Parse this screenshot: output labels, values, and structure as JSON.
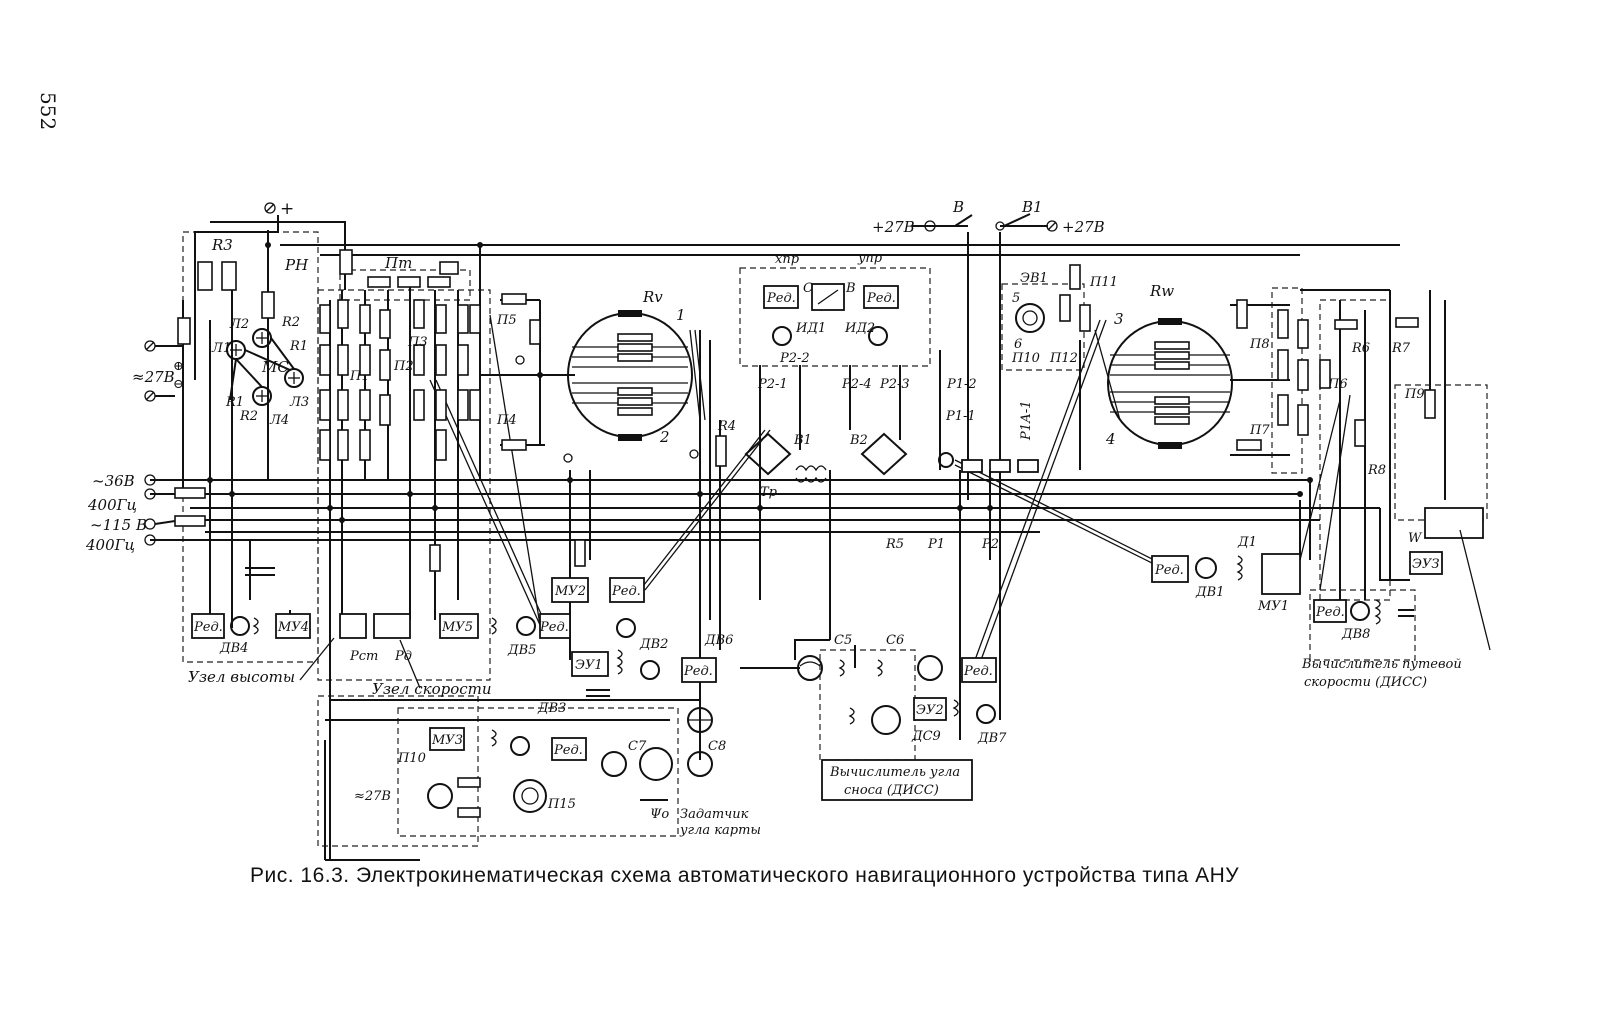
{
  "page": {
    "number": "552"
  },
  "caption": "Рис. 16.3. Электрокинематическая схема автоматического навигационного устройства типа АНУ",
  "power": {
    "plus": "+",
    "v27_left": "+27В",
    "v27_right": "+27В",
    "sw_b": "В",
    "sw_b1": "В1",
    "input_27": "≈27В",
    "ac36": "~36В",
    "hz400a": "400Гц",
    "ac115": "~115 В",
    "hz400b": "400Гц",
    "v27_bottom": "≈27В"
  },
  "blocks": {
    "rh": "РН",
    "r3": "R3",
    "l1": "Л1",
    "l2": "Л2",
    "l3": "Л3",
    "l4": "Л4",
    "r1a": "R1",
    "r1b": "R1",
    "r2a": "R2",
    "r2b": "R2",
    "mc": "МС",
    "pt": "Пт",
    "p1": "П1",
    "p2": "П2",
    "p3": "П3",
    "p4": "П4",
    "p5": "П5",
    "rv": "Rv",
    "rw": "Rw",
    "n1": "1",
    "n2": "2",
    "n3": "3",
    "n4": "4",
    "n5": "5",
    "n6": "6",
    "xpr": "xпр",
    "ypr": "yпр",
    "red": "Ред.",
    "id1": "ИД1",
    "id2": "ИД2",
    "c": "C",
    "b": "B",
    "r2_1": "Р2-1",
    "r2_2": "Р2-2",
    "r2_3": "Р2-3",
    "r2_4": "Р2-4",
    "r1_1": "Р1-1",
    "r1_2": "Р1-2",
    "r1a_1": "Р1А-1",
    "ev1": "ЭВ1",
    "p10": "П10",
    "p11": "П11",
    "p12": "П12",
    "r4": "R4",
    "b1": "В1",
    "b2": "В2",
    "tr": "Тр",
    "r5": "R5",
    "p_r1": "Р1",
    "p_r2": "Р2",
    "p6": "П6",
    "p7": "П7",
    "p8": "П8",
    "p9": "П9",
    "r6": "R6",
    "r7": "R7",
    "r8": "R8",
    "d1": "Д1",
    "mu1": "МУ1",
    "mu2": "МУ2",
    "mu3": "МУ3",
    "mu4": "МУ4",
    "mu5": "МУ5",
    "dv1": "ДВ1",
    "dv2": "ДВ2",
    "dv3": "ДВ3",
    "dv4": "ДВ4",
    "dv5": "ДВ5",
    "dv6": "ДВ6",
    "dv7": "ДВ7",
    "dv8": "ДВ8",
    "eu1": "ЭУ1",
    "eu2": "ЭУ2",
    "eu3": "ЭУЗ",
    "c5": "C5",
    "c6": "C6",
    "c7": "C7",
    "c8": "C8",
    "dc9": "ДС9",
    "w": "W",
    "p15": "П15",
    "p10b": "П10",
    "pst": "Рст",
    "pd": "Рд",
    "psi": "Ψо"
  },
  "labels": {
    "altitude": "Узел высоты",
    "speed": "Узел скорости",
    "ground_speed_1": "Вычислитель путевой",
    "ground_speed_2": "скорости (ДИСС)",
    "drift_1": "Вычислитель угла",
    "drift_2": "сноса (ДИСС)",
    "map_1": "Задатчик",
    "map_2": "угла карты"
  }
}
